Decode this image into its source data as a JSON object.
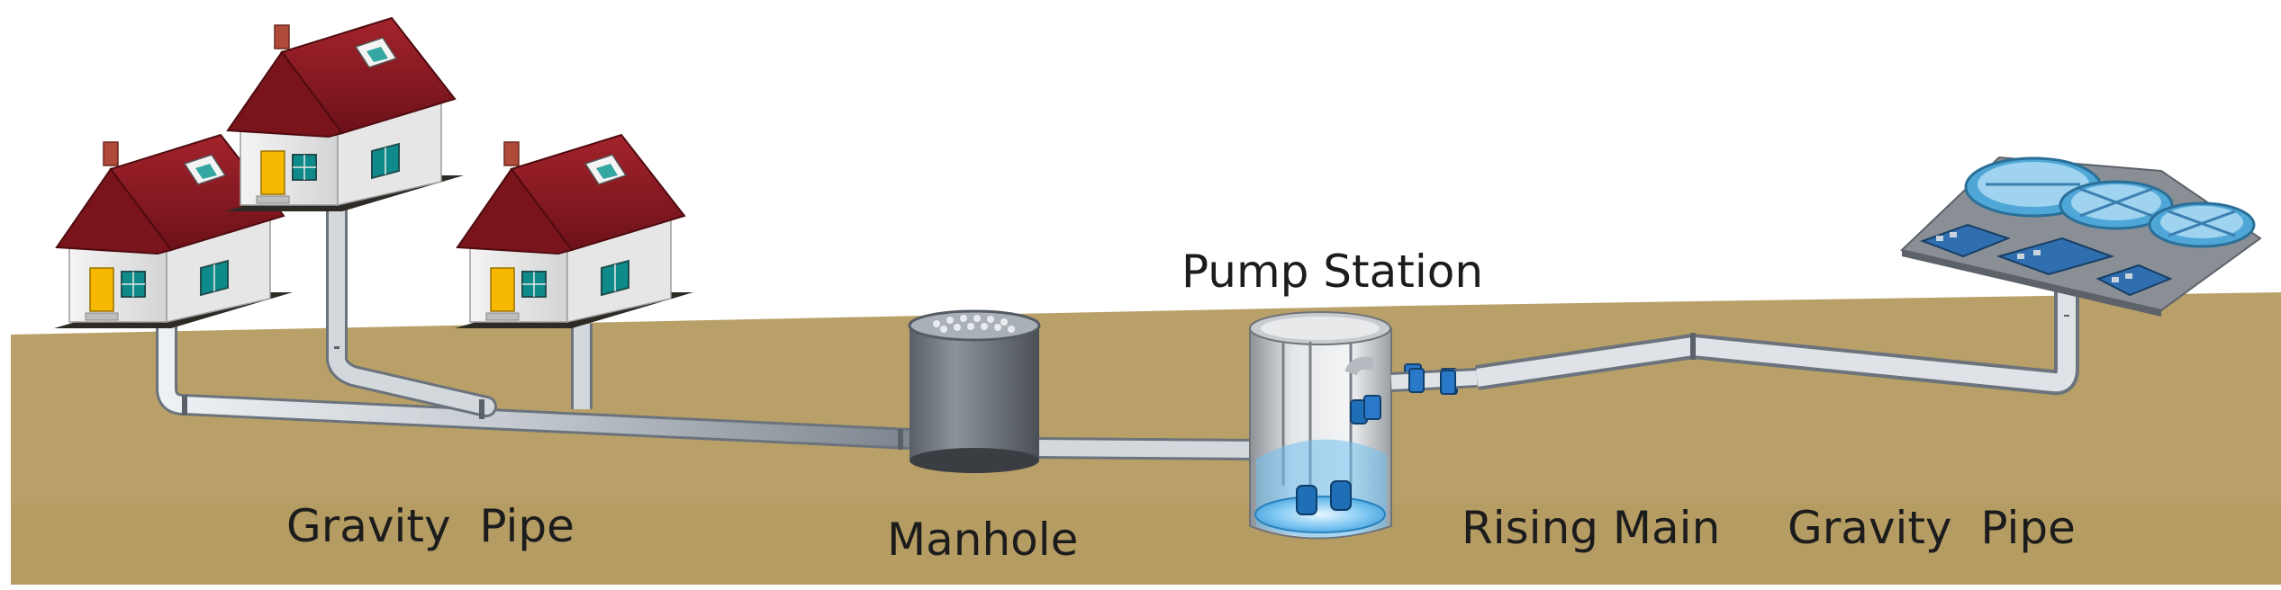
{
  "labels": {
    "gravity_pipe_left": "Gravity  Pipe",
    "manhole": "Manhole",
    "pump_station": "Pump Station",
    "rising_main": "Rising Main",
    "gravity_pipe_right": "Gravity  Pipe"
  },
  "colors": {
    "ground": "#b9a068",
    "pipe": "#c9ced4",
    "roof": "#8e1a22",
    "water": "#5cb3e8",
    "valve": "#2a78c8"
  },
  "icons": [
    "house-icon",
    "manhole-icon",
    "pump-station-icon",
    "treatment-plant-icon",
    "valve-icon"
  ]
}
